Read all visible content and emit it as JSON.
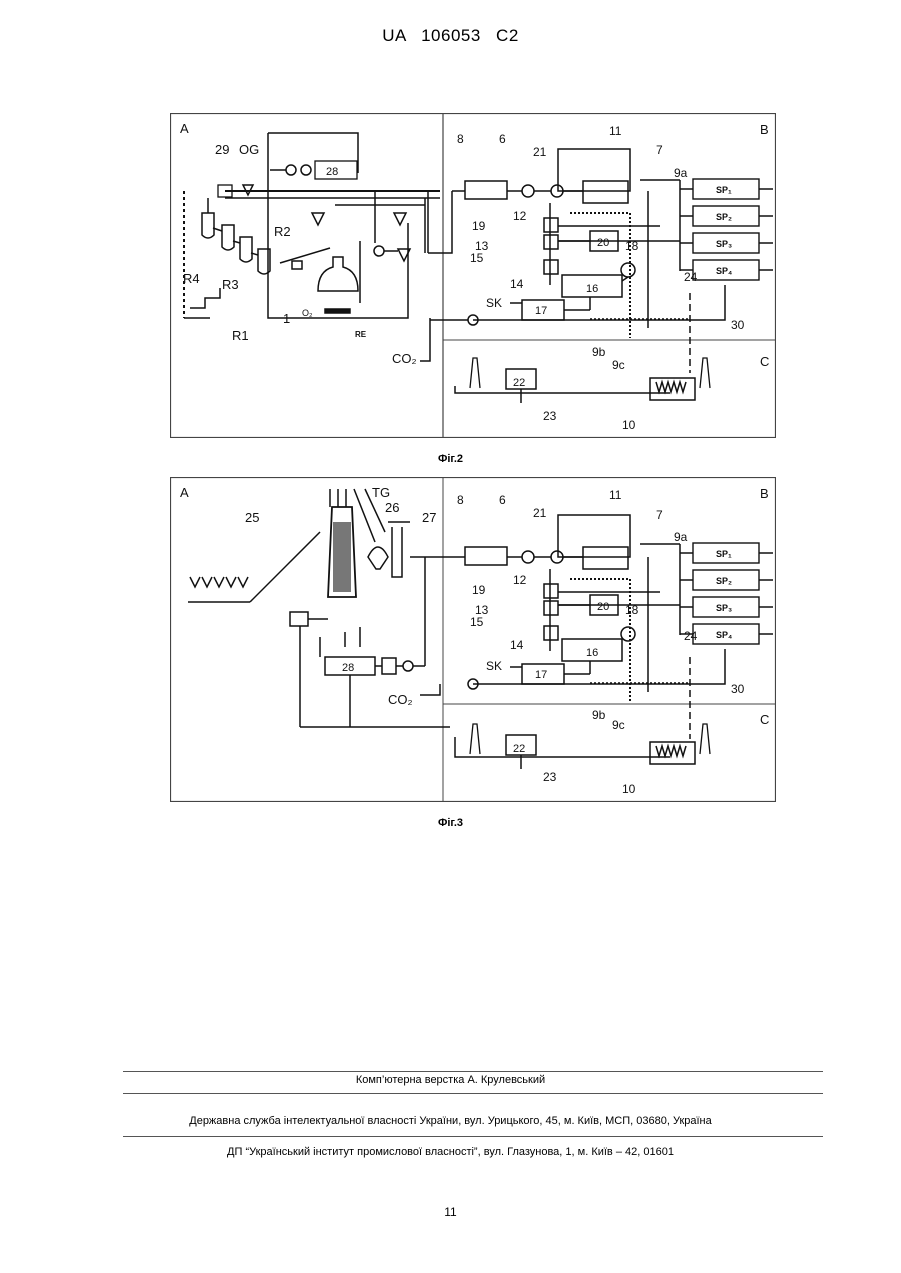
{
  "header": {
    "patent": "UA   106053   C2"
  },
  "figures": [
    {
      "caption": "Фіг.2",
      "sections": {
        "a": "A",
        "b": "B",
        "c": "C"
      },
      "left_labels": {
        "n29": "29",
        "og": "OG",
        "n28": "28",
        "r2": "R2",
        "r4": "R4",
        "r3": "R3",
        "r1": "R1",
        "n1": "1",
        "o2": "O₂",
        "re": "RE",
        "co2": "CO₂"
      },
      "right_labels": {
        "n8": "8",
        "n6": "6",
        "n21": "21",
        "n11": "11",
        "n7": "7",
        "n9a": "9a",
        "n12": "12",
        "n19": "19",
        "n20": "20",
        "n13": "13",
        "n18": "18",
        "n15": "15",
        "n24": "24",
        "n14": "14",
        "n16": "16",
        "sk": "SK",
        "n17": "17",
        "n30": "30",
        "n9b": "9b",
        "n9c": "9c",
        "n22": "22",
        "n23": "23",
        "n10": "10"
      },
      "sp": [
        "SP₁",
        "SP₂",
        "SP₃",
        "SP₄"
      ]
    },
    {
      "caption": "Фіг.3",
      "sections": {
        "a": "A",
        "b": "B",
        "c": "C"
      },
      "left_labels": {
        "tg": "TG",
        "n25": "25",
        "n26": "26",
        "n27": "27",
        "n28": "28",
        "co2": "CO₂"
      },
      "right_labels": {
        "n8": "8",
        "n6": "6",
        "n21": "21",
        "n11": "11",
        "n7": "7",
        "n9a": "9a",
        "n12": "12",
        "n19": "19",
        "n20": "20",
        "n13": "13",
        "n18": "18",
        "n15": "15",
        "n24": "24",
        "n14": "14",
        "n16": "16",
        "sk": "SK",
        "n17": "17",
        "n30": "30",
        "n9b": "9b",
        "n9c": "9c",
        "n22": "22",
        "n23": "23",
        "n10": "10"
      },
      "sp": [
        "SP₁",
        "SP₂",
        "SP₃",
        "SP₄"
      ]
    }
  ],
  "footer": {
    "typesetting": "Комп’ютерна верстка А. Крулевський",
    "agency": "Державна служба інтелектуальної власності України, вул. Урицького, 45, м. Київ, МСП, 03680, Україна",
    "institute": "ДП “Український інститут промислової власності”, вул. Глазунова, 1, м. Київ – 42, 01601"
  },
  "page_number": "11"
}
